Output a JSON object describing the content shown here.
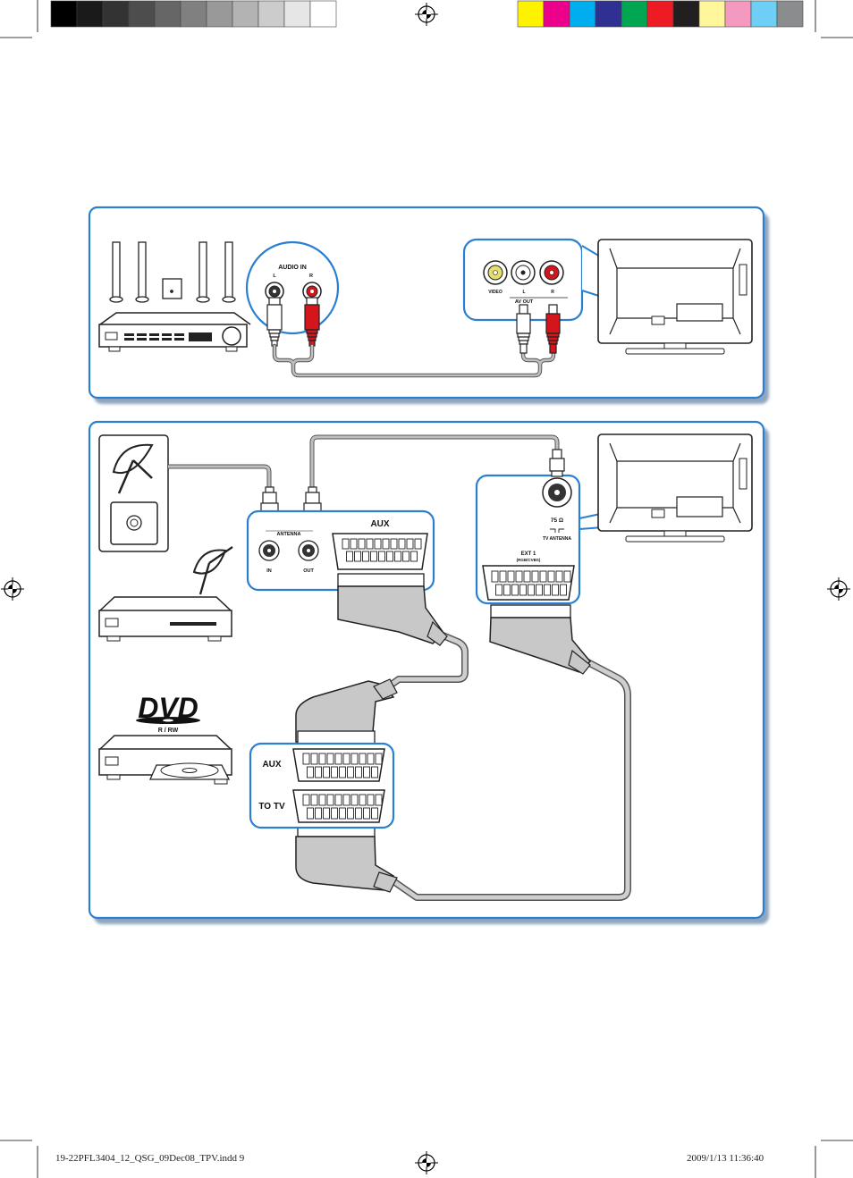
{
  "print_marks": {
    "grayscale_swatches": [
      "#000000",
      "#1a1a1a",
      "#333333",
      "#4d4d4d",
      "#666666",
      "#808080",
      "#999999",
      "#b3b3b3",
      "#cccccc",
      "#e6e6e6",
      "#ffffff"
    ],
    "color_swatches": [
      "#fff200",
      "#ec008c",
      "#00aeef",
      "#2e3192",
      "#00a651",
      "#ed1c24",
      "#231f20",
      "#fff799",
      "#f49ac1",
      "#6dcff6",
      "#8a8c8e"
    ]
  },
  "colors": {
    "panel_border": "#2a7fd0",
    "cable": "#bfbfbf",
    "red_plug": "#d4151b",
    "yellow_jack": "#e6e06a"
  },
  "audio_panel": {
    "audio_in_label": "AUDIO IN",
    "left_label": "L",
    "right_label": "R",
    "video_label": "VIDEO",
    "av_l_label": "L",
    "av_r_label": "R",
    "av_out_label": "AV OUT"
  },
  "antenna_panel": {
    "antenna_label": "ANTENNA",
    "in_label": "IN",
    "out_label": "OUT",
    "aux_label": "AUX",
    "ohm_label": "75 Ω",
    "tv_antenna_label": "TV ANTENNA",
    "ext_label": "EXT 1",
    "ext_sub_label": "(RGB/CVBS)",
    "dvd_logo": "DVD",
    "dvd_sub": "R / RW",
    "rec_aux_label": "AUX",
    "rec_totv_label": "TO TV"
  },
  "footer": {
    "file_name": "19-22PFL3404_12_QSG_09Dec08_TPV.indd   9",
    "date_time": "2009/1/13       11:36:40"
  }
}
